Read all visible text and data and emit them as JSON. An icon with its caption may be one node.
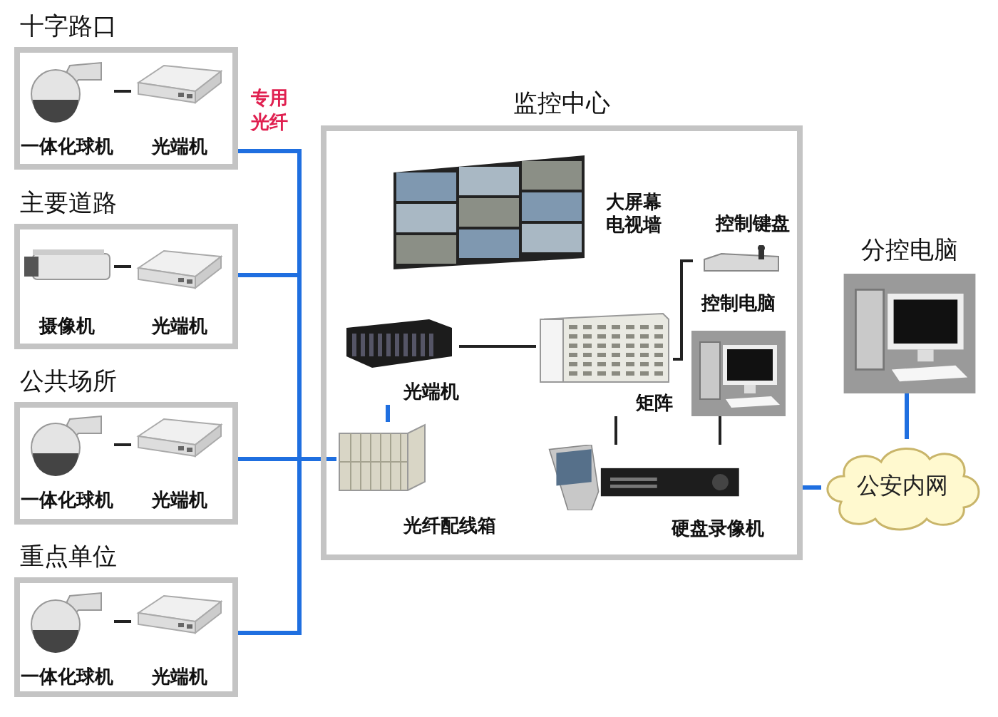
{
  "diagram": {
    "nodes": [
      {
        "text": [
          "十字路口"
        ]
      },
      {
        "text": [
          "一体化球机"
        ],
        "in": 0
      },
      {
        "text": [
          "光端机"
        ],
        "in": 0
      },
      {
        "text": [
          "主要道路"
        ]
      },
      {
        "text": [
          "摄像机"
        ],
        "in": 3
      },
      {
        "text": [
          "光端机"
        ],
        "in": 3
      },
      {
        "text": [
          "公共场所"
        ]
      },
      {
        "text": [
          "一体化球机"
        ],
        "in": 6
      },
      {
        "text": [
          "光端机"
        ],
        "in": 6
      },
      {
        "text": [
          "重点单位"
        ]
      },
      {
        "text": [
          "一体化球机"
        ],
        "in": 9
      },
      {
        "text": [
          "光端机"
        ],
        "in": 9
      },
      {
        "text": [
          "监控中心"
        ]
      },
      {
        "text": [
          "大屏幕电视墙"
        ],
        "in": 12
      },
      {
        "text": [
          "光端机"
        ],
        "in": 12
      },
      {
        "text": [
          "控制键盘"
        ],
        "in": 12
      },
      {
        "text": [
          "矩阵"
        ],
        "in": 12
      },
      {
        "text": [
          "控制电脑"
        ],
        "in": 12
      },
      {
        "text": [
          "光纤配线箱"
        ],
        "in": 12
      },
      {
        "text": [
          "硬盘录像机"
        ],
        "in": 12
      },
      {
        "text": [
          "分控电脑"
        ]
      },
      {
        "text": [
          "公安内网"
        ]
      }
    ],
    "edges": [
      {
        "from": 0,
        "to": 18,
        "arrow": "none",
        "label": "专用光纤",
        "color": "#1f6fe0"
      },
      {
        "from": 3,
        "to": 18,
        "arrow": "none",
        "color": "#1f6fe0"
      },
      {
        "from": 6,
        "to": 18,
        "arrow": "none",
        "color": "#1f6fe0"
      },
      {
        "from": 9,
        "to": 18,
        "arrow": "none",
        "color": "#1f6fe0"
      },
      {
        "from": 1,
        "to": 2,
        "arrow": "none"
      },
      {
        "from": 4,
        "to": 5,
        "arrow": "none"
      },
      {
        "from": 7,
        "to": 8,
        "arrow": "none"
      },
      {
        "from": 10,
        "to": 11,
        "arrow": "none"
      },
      {
        "from": 18,
        "to": 14,
        "arrow": "none",
        "color": "#1f6fe0"
      },
      {
        "from": 14,
        "to": 16,
        "arrow": "none"
      },
      {
        "from": 16,
        "to": 15,
        "arrow": "none"
      },
      {
        "from": 16,
        "to": 19,
        "arrow": "none"
      },
      {
        "from": 17,
        "to": 19,
        "arrow": "none"
      },
      {
        "from": 12,
        "to": 21,
        "arrow": "none",
        "color": "#1f6fe0"
      },
      {
        "from": 21,
        "to": 20,
        "arrow": "none",
        "color": "#1f6fe0"
      }
    ]
  }
}
